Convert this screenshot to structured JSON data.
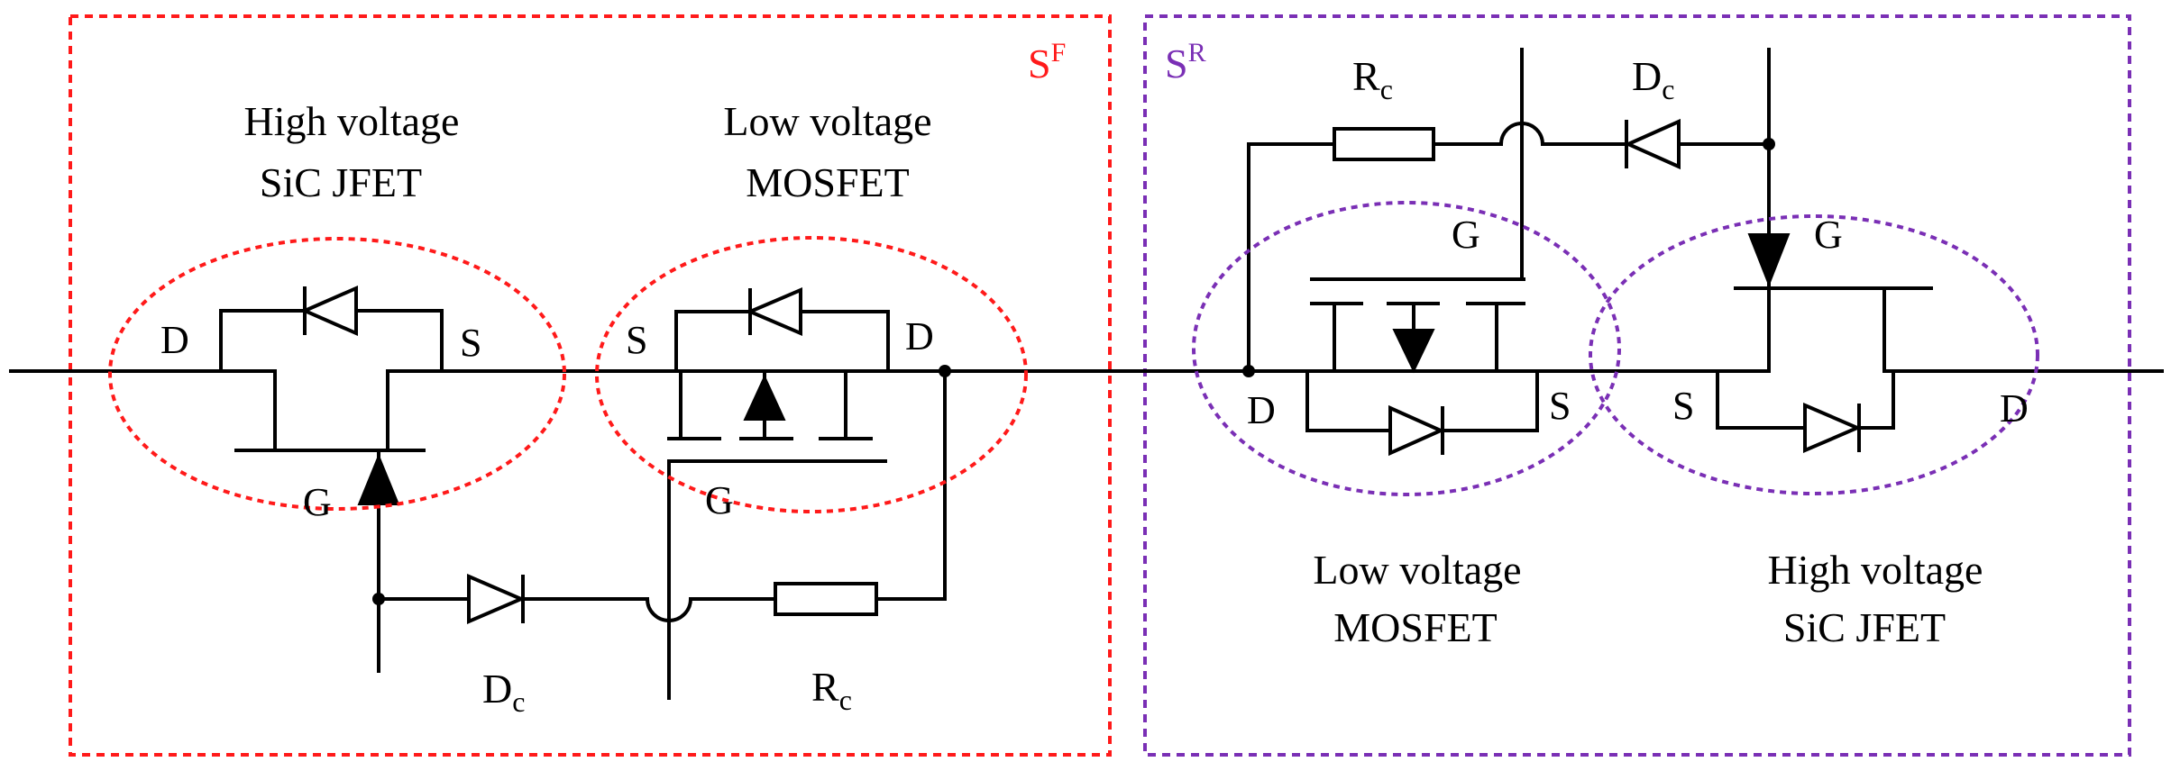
{
  "colors": {
    "forward_box": "#ff1a1a",
    "reverse_box": "#7a2fb5",
    "wire": "#000000"
  },
  "forward_switch": {
    "label_main": "S",
    "label_sup": "F",
    "jfet": {
      "caption_line1": "High voltage",
      "caption_line2": "SiC JFET",
      "drain": "D",
      "source": "S",
      "gate": "G"
    },
    "mosfet": {
      "caption_line1": "Low voltage",
      "caption_line2": "MOSFET",
      "source": "S",
      "drain": "D",
      "gate": "G"
    },
    "clamp_diode": {
      "main": "D",
      "sub": "c"
    },
    "clamp_resistor": {
      "main": "R",
      "sub": "c"
    }
  },
  "reverse_switch": {
    "label_main": "S",
    "label_sup": "R",
    "mosfet": {
      "caption_line1": "Low voltage",
      "caption_line2": "MOSFET",
      "drain": "D",
      "source": "S",
      "gate": "G"
    },
    "jfet": {
      "caption_line1": "High voltage",
      "caption_line2": "SiC JFET",
      "source": "S",
      "drain": "D",
      "gate": "G"
    },
    "clamp_resistor": {
      "main": "R",
      "sub": "c"
    },
    "clamp_diode": {
      "main": "D",
      "sub": "c"
    }
  }
}
